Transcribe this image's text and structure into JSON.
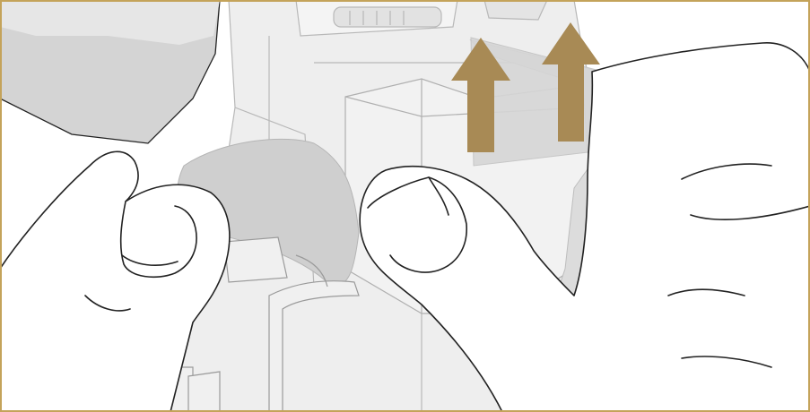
{
  "figure": {
    "frame_color": "#c4a35a",
    "arrow_color": "#a88a55",
    "line_color": "#222222",
    "part_fill": "#eeeeee",
    "part_stroke": "#b8b8b8",
    "film_fill": "#d3d3d3",
    "hand_fill": "#ffffff",
    "arrows": [
      {
        "name": "left-lift-arrow",
        "direction": "up"
      },
      {
        "name": "right-lift-arrow",
        "direction": "up"
      }
    ]
  }
}
